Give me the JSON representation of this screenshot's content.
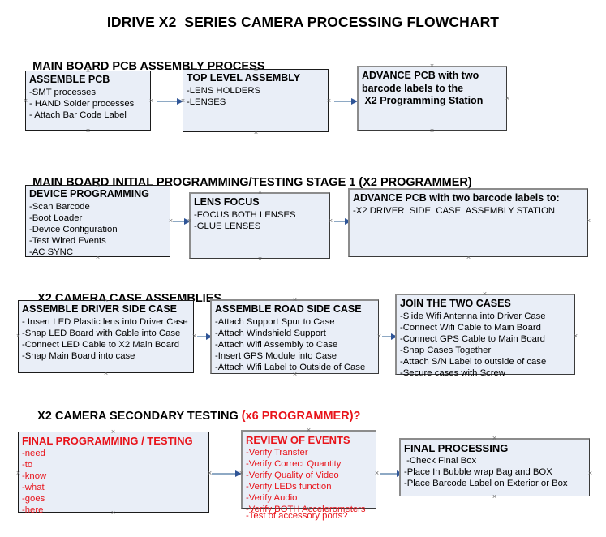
{
  "document": {
    "title": "IDRIVE X2  SERIES CAMERA PROCESSING FLOWCHART"
  },
  "sections": [
    {
      "id": "main-board-pcb-assembly",
      "header": "MAIN BOARD PCB ASSEMBLY PROCESS",
      "header_accent": "",
      "boxes": [
        {
          "id": "assemble-pcb",
          "title": [
            "ASSEMBLE PCB"
          ],
          "lines": [
            "-SMT processes",
            "- HAND Solder processes",
            "- Attach Bar Code Label"
          ],
          "text_color": "#000000"
        },
        {
          "id": "top-level-assembly",
          "title": [
            "TOP LEVEL ASSEMBLY"
          ],
          "lines": [
            "-LENS HOLDERS",
            "-LENSES"
          ],
          "text_color": "#000000"
        },
        {
          "id": "advance-pcb-programming-station",
          "title": [
            "ADVANCE PCB with two",
            "barcode labels to the",
            " X2 Programming Station"
          ],
          "lines": [],
          "text_color": "#000000"
        }
      ]
    },
    {
      "id": "main-board-initial-programming",
      "header": "MAIN BOARD INITIAL PROGRAMMING/TESTING STAGE 1 (X2 PROGRAMMER)",
      "header_accent": "",
      "boxes": [
        {
          "id": "device-programming",
          "title": [
            "DEVICE PROGRAMMING"
          ],
          "lines": [
            "-Scan Barcode",
            "-Boot Loader",
            "-Device Configuration",
            "-Test Wired Events",
            "-AC SYNC"
          ],
          "text_color": "#000000"
        },
        {
          "id": "lens-focus",
          "title": [
            "LENS FOCUS"
          ],
          "lines": [
            "-FOCUS BOTH LENSES",
            "-GLUE LENSES"
          ],
          "text_color": "#000000"
        },
        {
          "id": "advance-pcb-driver-side-station",
          "title": [
            "ADVANCE PCB with two barcode labels to:"
          ],
          "lines": [
            "-X2 DRIVER  SIDE  CASE  ASSEMBLY STATION"
          ],
          "text_color": "#000000"
        }
      ]
    },
    {
      "id": "x2-camera-case-assemblies",
      "header": "X2 CAMERA CASE ASSEMBLIES",
      "header_accent": "",
      "boxes": [
        {
          "id": "assemble-driver-side-case",
          "title": [
            "ASSEMBLE DRIVER SIDE CASE"
          ],
          "lines": [
            "- Insert LED Plastic lens into Driver Case",
            "-Snap LED Board with Cable into Case",
            "-Connect LED Cable to X2 Main Board",
            "-Snap Main Board into case"
          ],
          "text_color": "#000000"
        },
        {
          "id": "assemble-road-side-case",
          "title": [
            "ASSEMBLE ROAD SIDE CASE"
          ],
          "lines": [
            "-Attach Support Spur to Case",
            "-Attach Windshield Support",
            "-Attach Wifi Assembly to Case",
            "-Insert GPS Module into Case",
            "-Attach Wifi Label to Outside of Case"
          ],
          "text_color": "#000000"
        },
        {
          "id": "join-the-two-cases",
          "title": [
            "JOIN THE TWO CASES"
          ],
          "lines": [
            "-Slide Wifi Antenna into Driver Case",
            "-Connect Wifi Cable to Main Board",
            "-Connect GPS Cable to Main Board",
            "-Snap Cases Together",
            "-Attach S/N Label to outside of case",
            "-Secure cases with Screw"
          ],
          "text_color": "#000000"
        }
      ]
    },
    {
      "id": "x2-camera-secondary-testing",
      "header": "X2 CAMERA SECONDARY TESTING ",
      "header_accent": "(x6 PROGRAMMER)?",
      "boxes": [
        {
          "id": "final-programming-testing",
          "title": [
            "FINAL PROGRAMMING / TESTING"
          ],
          "lines": [
            "-need",
            "-to",
            "-know",
            "-what",
            "-goes",
            "-here"
          ],
          "text_color": "#e8131a"
        },
        {
          "id": "review-of-events",
          "title": [
            "REVIEW OF EVENTS"
          ],
          "lines": [
            "-Verify Transfer",
            "-Verify Correct Quantity",
            "-Verify Quality of Video",
            "-Verify LEDs function",
            "-Verify Audio",
            "-Verify BOTH Accelerometers"
          ],
          "overflow_line": "-Test of accessory ports?",
          "text_color": "#e8131a"
        },
        {
          "id": "final-processing",
          "title": [
            "FINAL PROCESSING"
          ],
          "lines": [
            " -Check Final Box",
            "-Place In Bubble wrap Bag and BOX",
            "-Place Barcode Label on Exterior or Box"
          ],
          "text_color": "#000000"
        }
      ]
    }
  ],
  "colors": {
    "box_fill": "#e9eef7",
    "box_border": "#1b1b1b",
    "bevel_border": "#8c8c8c",
    "arrow_line": "#8ea9c4",
    "arrow_head": "#2f5597",
    "accent_red": "#e8131a",
    "text": "#000000",
    "background": "#ffffff"
  }
}
